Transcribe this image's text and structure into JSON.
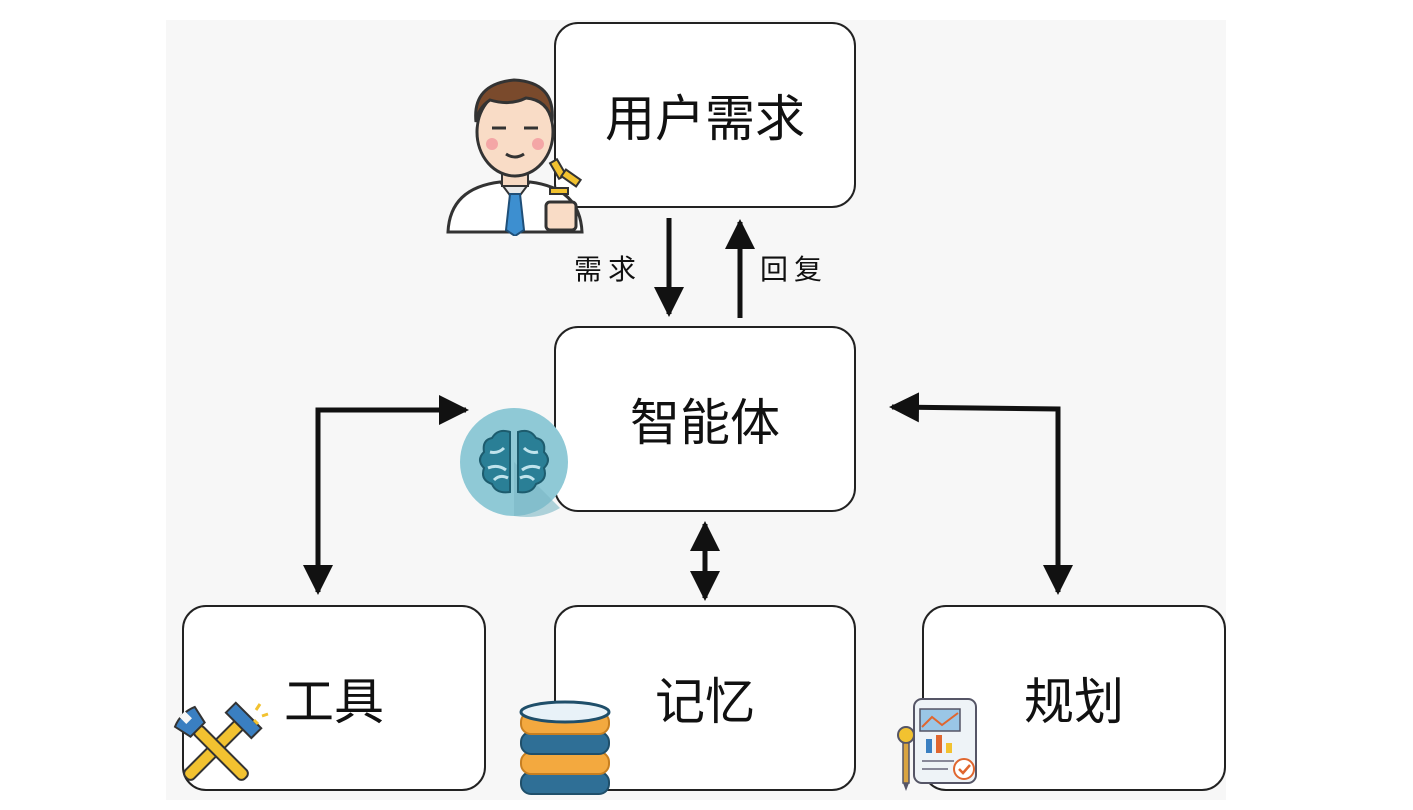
{
  "nodes": {
    "user": "用户需求",
    "agent": "智能体",
    "tools": "工具",
    "memory": "记忆",
    "planning": "规划"
  },
  "edges": {
    "request": "需求",
    "reply": "回复"
  },
  "icons": {
    "user": "businessman-icon",
    "agent": "brain-icon",
    "tools": "wrench-hammer-icon",
    "memory": "database-icon",
    "planning": "report-document-icon"
  },
  "colors": {
    "background": "#f7f7f7",
    "node_border": "#222222",
    "arrow": "#111111",
    "brain_circle": "#8fc9d6",
    "brain_fill": "#2a7f96",
    "database_blue": "#2f6f96",
    "database_orange": "#f3a93f",
    "tools_yellow": "#f2c230",
    "tools_blue": "#3a7fc1"
  }
}
